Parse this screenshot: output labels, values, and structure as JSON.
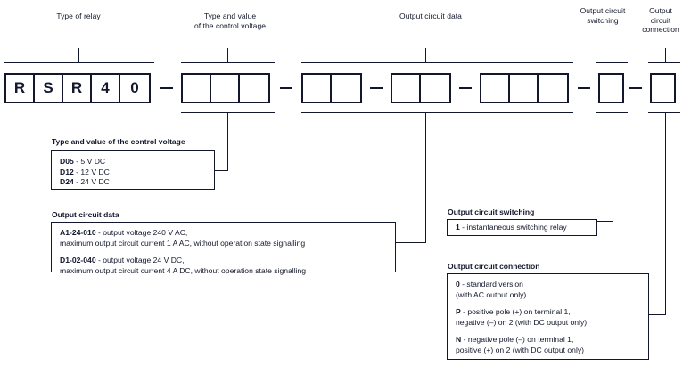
{
  "diagram": {
    "title": "Relay ordering code key",
    "code_row": {
      "groups": [
        {
          "name": "type-of-relay",
          "cells": [
            "R",
            "S",
            "R",
            "4",
            "0"
          ]
        },
        {
          "name": "control-voltage",
          "cells": [
            "",
            "",
            ""
          ]
        },
        {
          "name": "output-circuit-data-a",
          "cells": [
            "",
            ""
          ]
        },
        {
          "name": "output-circuit-data-b",
          "cells": [
            "",
            ""
          ]
        },
        {
          "name": "output-circuit-data-c",
          "cells": [
            "",
            "",
            ""
          ]
        },
        {
          "name": "output-circuit-switching",
          "cells": [
            ""
          ]
        },
        {
          "name": "output-circuit-connection",
          "cells": [
            ""
          ]
        }
      ],
      "separator": "—"
    },
    "headers": [
      {
        "id": "type-of-relay",
        "text": "Type of relay"
      },
      {
        "id": "control-voltage",
        "text": "Type and value\nof the control voltage"
      },
      {
        "id": "output-circuit-data",
        "text": "Output circuit data"
      },
      {
        "id": "output-circuit-switching",
        "text": "Output circuit\nswitching"
      },
      {
        "id": "output-circuit-connection",
        "text": "Output\ncircuit\nconnection"
      }
    ],
    "details": {
      "control_voltage": {
        "title": "Type and value of the control voltage",
        "entries": [
          {
            "code": "D05",
            "text": " - 5 V DC"
          },
          {
            "code": "D12",
            "text": " - 12 V DC"
          },
          {
            "code": "D24",
            "text": " - 24 V DC"
          }
        ]
      },
      "output_circuit_data": {
        "title": "Output circuit data",
        "entries": [
          {
            "code": "A1-24-010",
            "line1": " - output voltage 240 V AC,",
            "line2": "maximum output circuit current 1 A AC, without operation state signalling"
          },
          {
            "code": "D1-02-040",
            "line1": " - output voltage 24 V DC,",
            "line2": "maximum output circuit current 4 A DC, without operation state signalling"
          }
        ]
      },
      "output_circuit_switching": {
        "title": "Output circuit switching",
        "entries": [
          {
            "code": "1",
            "text": " - instantaneous switching relay"
          }
        ]
      },
      "output_circuit_connection": {
        "title": "Output circuit connection",
        "entries": [
          {
            "code": "0",
            "line1": " - standard version",
            "line2": "(with AC output only)"
          },
          {
            "code": "P",
            "line1": " - positive pole (+) on terminal 1,",
            "line2": "negative (–) on 2 (with DC output only)"
          },
          {
            "code": "N",
            "line1": " - negative pole (–) on terminal 1,",
            "line2": "positive (+) on 2 (with DC output only)"
          }
        ]
      }
    },
    "colors": {
      "ink": "#12172b",
      "background": "#ffffff"
    }
  }
}
